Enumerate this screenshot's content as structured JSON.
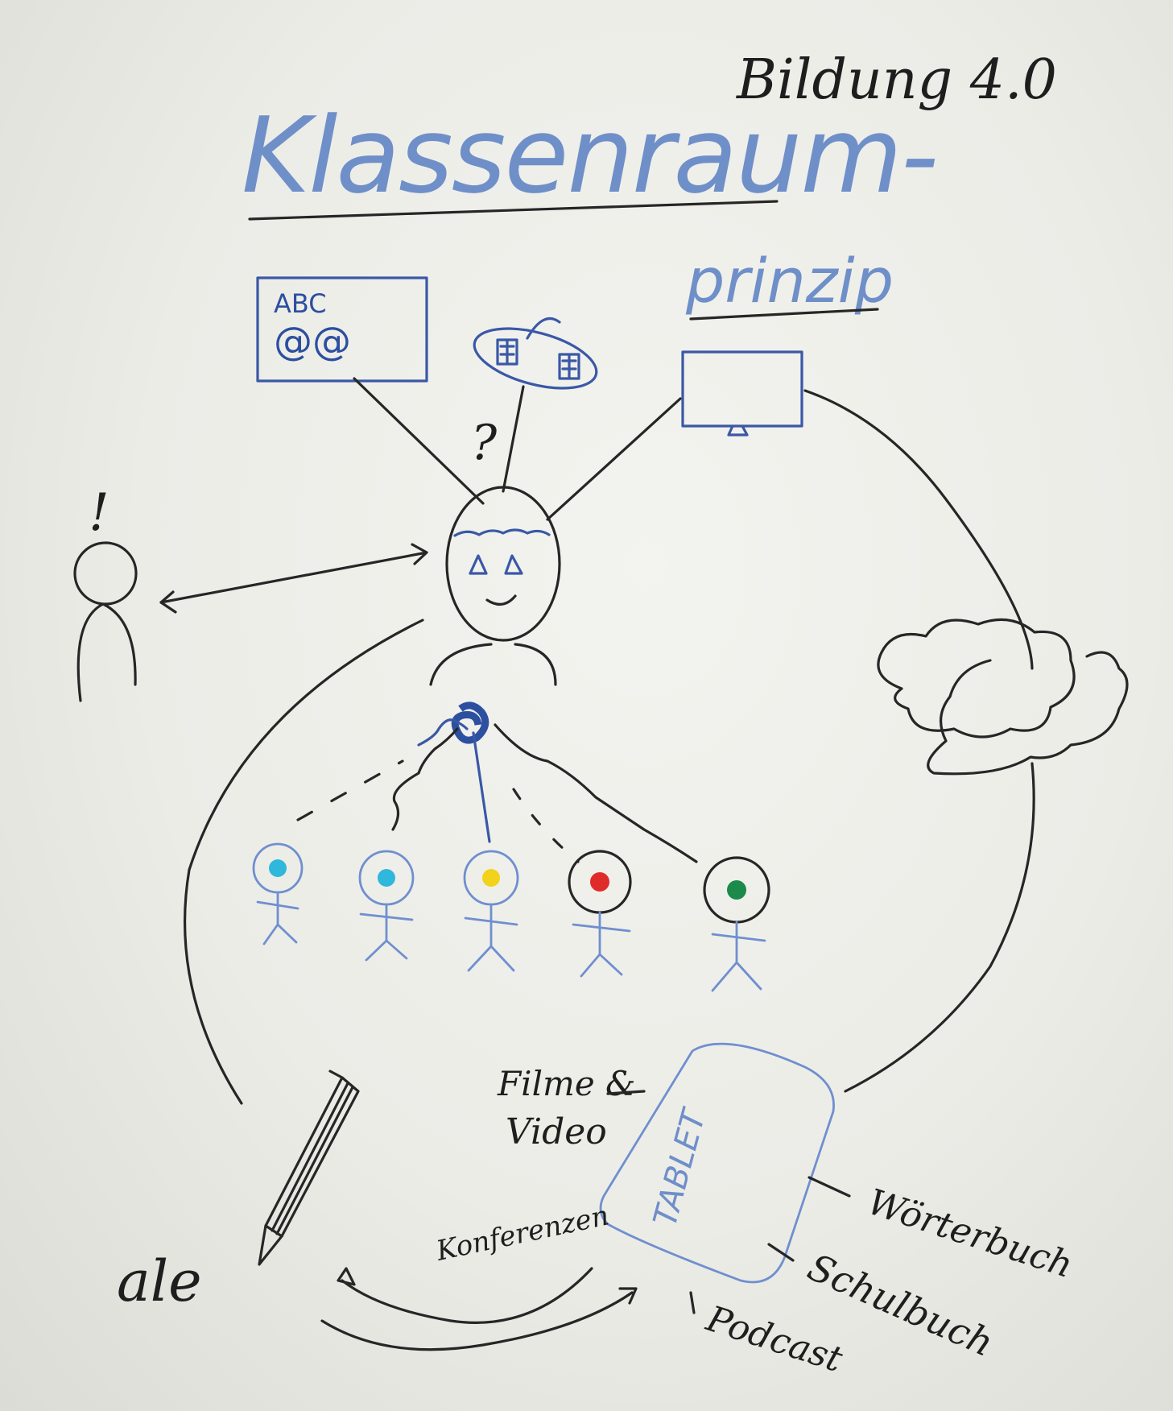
{
  "title": {
    "top_right": "Bildung 4.0",
    "main": "Klassenraum-",
    "second": "prinzip"
  },
  "board_icon": {
    "line1": "ABC",
    "line2": "@@"
  },
  "question_mark": "?",
  "exclamation_mark": "!",
  "tablet_label": "TABLET",
  "media_labels": {
    "films": "Filme &",
    "video": "Video",
    "conference": "Konferenzen",
    "dictionary": "Wörterbuch",
    "schoolbook": "Schulbuch",
    "podcast": "Podcast"
  },
  "writing_text": "ale",
  "student_colors": [
    "#2fb8dc",
    "#2fb8dc",
    "#f2d21a",
    "#e02b2b",
    "#1b8a4a"
  ],
  "colors": {
    "ink": "#262626",
    "marker_blue": "#3a58a6",
    "light_blue": "#6f8fcf",
    "paper": "#efefea"
  }
}
